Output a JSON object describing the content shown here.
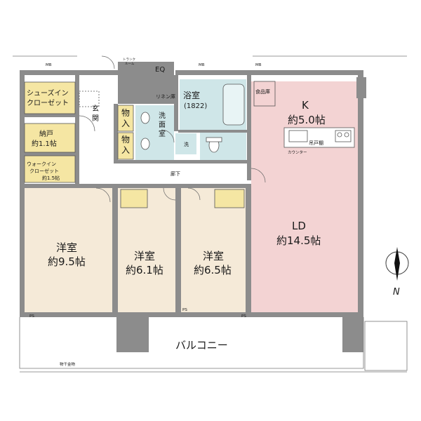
{
  "rooms": {
    "shoes_closet": [
      "シューズイン",
      "クローゼット"
    ],
    "genkan": [
      "玄",
      "関"
    ],
    "nando": [
      "納戸",
      "約1.1帖"
    ],
    "walkin": [
      "ウォークイン",
      "クローゼット",
      "約1.5帖"
    ],
    "monoire1": [
      "物",
      "入"
    ],
    "monoire2": [
      "物",
      "入"
    ],
    "senmen": [
      "洗",
      "面",
      "室"
    ],
    "linen": "リネン庫",
    "wash": "洗",
    "bath": [
      "浴室",
      "(1822)"
    ],
    "pantry": "食品庫",
    "kitchen": [
      "K",
      "約5.0帖"
    ],
    "tsuritodana": "吊戸棚",
    "counter": "カウンター",
    "ld": [
      "LD",
      "約14.5帖"
    ],
    "ldk_label": "LD",
    "youshitsu1": [
      "洋室",
      "約9.5帖"
    ],
    "youshitsu2": [
      "洋室",
      "約6.1帖"
    ],
    "youshitsu3": [
      "洋室",
      "約6.5帖"
    ],
    "rouka": "廊下",
    "balcony": "バルコニー",
    "monohoshi": "物干金物",
    "eq": "EQ",
    "trunk": [
      "トランク",
      "ルーム"
    ],
    "mb": "MB",
    "ps": "PS",
    "north": "N"
  },
  "colors": {
    "wall": "#8c8c8c",
    "room_beige": "#f5ead8",
    "closet_yellow": "#f5e6a3",
    "bath_blue": "#cfe6e8",
    "ld_pink": "#f3d3d3",
    "corridor": "#ffffff"
  }
}
